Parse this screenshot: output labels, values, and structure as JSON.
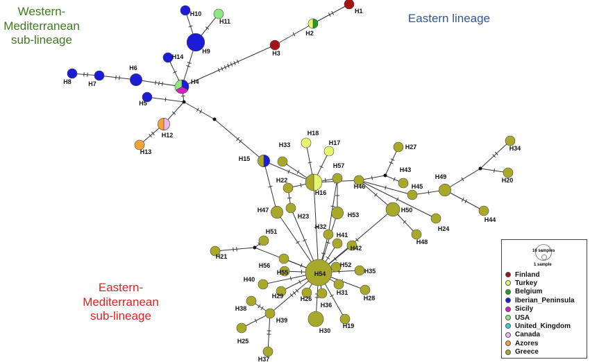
{
  "regions": {
    "western": {
      "text": "Western-\nMediterranean\nsub-lineage",
      "color": "#3d7a1e"
    },
    "eastern": {
      "text": "Eastern lineage",
      "color": "#2f5597"
    },
    "eastern_med": {
      "text": "Eastern-\nMediterranean\nsub-lineage",
      "color": "#e02020"
    }
  },
  "legend": {
    "scale_large": "10 samples",
    "scale_small": "1 sample",
    "items": [
      {
        "label": "Finland",
        "color": "#a31515"
      },
      {
        "label": "Turkey",
        "color": "#e6f56b"
      },
      {
        "label": "Belgium",
        "color": "#1f9e23"
      },
      {
        "label": "Iberian_Peninsula",
        "color": "#1c1cd8"
      },
      {
        "label": "Sicily",
        "color": "#d61fc2"
      },
      {
        "label": "USA",
        "color": "#8ee882"
      },
      {
        "label": "United_Kingdom",
        "color": "#2fd0d8"
      },
      {
        "label": "Canada",
        "color": "#eab8e8"
      },
      {
        "label": "Azores",
        "color": "#f2a23a"
      },
      {
        "label": "Greece",
        "color": "#a8a82a"
      }
    ]
  },
  "colors": {
    "Finland": "#a31515",
    "Turkey": "#e6f56b",
    "Belgium": "#1f9e23",
    "Iberian_Peninsula": "#1c1cd8",
    "Sicily": "#d61fc2",
    "USA": "#8ee882",
    "Canada": "#eab8e8",
    "Azores": "#f2a23a",
    "Greece": "#a8a82a"
  },
  "haplotypes": [
    {
      "id": "H1",
      "label": "H1",
      "n": 1,
      "comp": [
        "Finland"
      ]
    },
    {
      "id": "H2",
      "label": "H2",
      "n": 1,
      "comp": [
        "Belgium",
        "Turkey"
      ]
    },
    {
      "id": "H3",
      "label": "H3",
      "n": 1,
      "comp": [
        "Finland"
      ]
    },
    {
      "id": "H4",
      "label": "H4",
      "n": 3,
      "comp": [
        "Iberian_Peninsula",
        "Sicily",
        "USA"
      ]
    },
    {
      "id": "H5",
      "label": "H5",
      "n": 1,
      "comp": [
        "Iberian_Peninsula"
      ]
    },
    {
      "id": "H6",
      "label": "H6",
      "n": 2,
      "comp": [
        "Iberian_Peninsula"
      ]
    },
    {
      "id": "H7",
      "label": "H7",
      "n": 1,
      "comp": [
        "Iberian_Peninsula"
      ]
    },
    {
      "id": "H8",
      "label": "H8",
      "n": 1,
      "comp": [
        "Iberian_Peninsula"
      ]
    },
    {
      "id": "H9",
      "label": "H9",
      "n": 6,
      "comp": [
        "Iberian_Peninsula"
      ]
    },
    {
      "id": "H10",
      "label": "H10",
      "n": 1,
      "comp": [
        "Iberian_Peninsula"
      ]
    },
    {
      "id": "H11",
      "label": "H11",
      "n": 1,
      "comp": [
        "USA"
      ]
    },
    {
      "id": "H12",
      "label": "H12",
      "n": 2,
      "comp": [
        "Canada",
        "Azores"
      ]
    },
    {
      "id": "H13",
      "label": "H13",
      "n": 1,
      "comp": [
        "Azores"
      ]
    },
    {
      "id": "H14",
      "label": "H14",
      "n": 1,
      "comp": [
        "Iberian_Peninsula"
      ]
    },
    {
      "id": "H15",
      "label": "H15",
      "n": 2,
      "comp": [
        "Iberian_Peninsula",
        "Greece"
      ]
    },
    {
      "id": "H16",
      "label": "H16",
      "n": 5,
      "comp": [
        "Turkey",
        "Greece"
      ]
    },
    {
      "id": "H17",
      "label": "H17",
      "n": 1,
      "comp": [
        "Turkey"
      ]
    },
    {
      "id": "H18",
      "label": "H18",
      "n": 1,
      "comp": [
        "Turkey"
      ]
    },
    {
      "id": "H19",
      "label": "H19",
      "n": 1,
      "comp": [
        "Greece"
      ]
    },
    {
      "id": "H20",
      "label": "H20",
      "n": 1,
      "comp": [
        "Greece"
      ]
    },
    {
      "id": "H21",
      "label": "H21",
      "n": 1,
      "comp": [
        "Greece"
      ]
    },
    {
      "id": "H22",
      "label": "H22",
      "n": 1,
      "comp": [
        "Greece"
      ]
    },
    {
      "id": "H23",
      "label": "H23",
      "n": 1,
      "comp": [
        "Greece"
      ]
    },
    {
      "id": "H24",
      "label": "H24",
      "n": 1,
      "comp": [
        "Greece"
      ]
    },
    {
      "id": "H25",
      "label": "H25",
      "n": 1,
      "comp": [
        "Greece"
      ]
    },
    {
      "id": "H26",
      "label": "H26",
      "n": 1,
      "comp": [
        "Greece"
      ]
    },
    {
      "id": "H27",
      "label": "H27",
      "n": 1,
      "comp": [
        "Greece"
      ]
    },
    {
      "id": "H28",
      "label": "H28",
      "n": 1,
      "comp": [
        "Greece"
      ]
    },
    {
      "id": "H29",
      "label": "H29",
      "n": 1,
      "comp": [
        "Greece"
      ]
    },
    {
      "id": "H30",
      "label": "H30",
      "n": 4,
      "comp": [
        "Greece"
      ]
    },
    {
      "id": "H31",
      "label": "H31",
      "n": 1,
      "comp": [
        "Greece"
      ]
    },
    {
      "id": "H32",
      "label": "H32",
      "n": 1,
      "comp": [
        "Greece"
      ]
    },
    {
      "id": "H33",
      "label": "H33",
      "n": 1,
      "comp": [
        "Greece"
      ]
    },
    {
      "id": "H34",
      "label": "H34",
      "n": 1,
      "comp": [
        "Greece"
      ]
    },
    {
      "id": "H35",
      "label": "H35",
      "n": 1,
      "comp": [
        "Greece"
      ]
    },
    {
      "id": "H36",
      "label": "H36",
      "n": 1,
      "comp": [
        "Greece"
      ]
    },
    {
      "id": "H37",
      "label": "H37",
      "n": 1,
      "comp": [
        "Greece"
      ]
    },
    {
      "id": "H38",
      "label": "H38",
      "n": 1,
      "comp": [
        "Greece"
      ]
    },
    {
      "id": "H39",
      "label": "H39",
      "n": 1,
      "comp": [
        "Greece"
      ]
    },
    {
      "id": "H40",
      "label": "H40",
      "n": 1,
      "comp": [
        "Greece"
      ]
    },
    {
      "id": "H41",
      "label": "H41",
      "n": 1,
      "comp": [
        "Greece"
      ]
    },
    {
      "id": "H42",
      "label": "H42",
      "n": 1,
      "comp": [
        "Greece"
      ]
    },
    {
      "id": "H43",
      "label": "H43",
      "n": 1,
      "comp": [
        "Greece"
      ]
    },
    {
      "id": "H44",
      "label": "H44",
      "n": 1,
      "comp": [
        "Greece"
      ]
    },
    {
      "id": "H45",
      "label": "H45",
      "n": 1,
      "comp": [
        "Greece"
      ]
    },
    {
      "id": "H46",
      "label": "H46",
      "n": 1,
      "comp": [
        "Greece"
      ]
    },
    {
      "id": "H47",
      "label": "H47",
      "n": 2,
      "comp": [
        "Greece"
      ]
    },
    {
      "id": "H48",
      "label": "H48",
      "n": 1,
      "comp": [
        "Greece"
      ]
    },
    {
      "id": "H49",
      "label": "H49",
      "n": 2,
      "comp": [
        "Greece"
      ]
    },
    {
      "id": "H50",
      "label": "H50",
      "n": 3,
      "comp": [
        "Greece"
      ]
    },
    {
      "id": "H51",
      "label": "H51",
      "n": 1,
      "comp": [
        "Greece"
      ]
    },
    {
      "id": "H52",
      "label": "H52",
      "n": 1,
      "comp": [
        "Greece"
      ]
    },
    {
      "id": "H53",
      "label": "H53",
      "n": 2,
      "comp": [
        "Greece"
      ]
    },
    {
      "id": "H54",
      "label": "H54",
      "n": 16,
      "comp": [
        "Greece"
      ]
    },
    {
      "id": "H55",
      "label": "H55",
      "n": 1,
      "comp": [
        "Greece"
      ]
    },
    {
      "id": "H56",
      "label": "H56",
      "n": 1,
      "comp": [
        "Greece"
      ]
    },
    {
      "id": "H57",
      "label": "H57",
      "n": 1,
      "comp": [
        "Greece"
      ]
    }
  ],
  "edges": [
    [
      "H1",
      "H2"
    ],
    [
      "H2",
      "H3"
    ],
    [
      "H3",
      "H4"
    ],
    [
      "H4",
      "H9"
    ],
    [
      "H9",
      "H10"
    ],
    [
      "H9",
      "H11"
    ],
    [
      "H4",
      "H14"
    ],
    [
      "H4",
      "H6"
    ],
    [
      "H6",
      "H7"
    ],
    [
      "H7",
      "H8"
    ],
    [
      "H4",
      "mv1"
    ],
    [
      "mv1",
      "H5"
    ],
    [
      "mv1",
      "H12"
    ],
    [
      "H12",
      "H13"
    ],
    [
      "mv1",
      "mv2"
    ],
    [
      "mv2",
      "H15"
    ],
    [
      "H15",
      "H16"
    ],
    [
      "H16",
      "H33"
    ],
    [
      "H16",
      "H18"
    ],
    [
      "H16",
      "H17"
    ],
    [
      "H16",
      "H57"
    ],
    [
      "H16",
      "H22"
    ],
    [
      "H16",
      "H46"
    ],
    [
      "H16",
      "H54"
    ],
    [
      "H15",
      "H47"
    ],
    [
      "H47",
      "H54"
    ],
    [
      "H22",
      "H23"
    ],
    [
      "H23",
      "H54"
    ],
    [
      "H57",
      "H53"
    ],
    [
      "H53",
      "H54"
    ],
    [
      "H57",
      "H32"
    ],
    [
      "H32",
      "H54"
    ],
    [
      "H46",
      "mv3"
    ],
    [
      "mv3",
      "H27"
    ],
    [
      "mv3",
      "H43"
    ],
    [
      "H46",
      "H45"
    ],
    [
      "H45",
      "H49"
    ],
    [
      "H49",
      "mv4"
    ],
    [
      "mv4",
      "H34"
    ],
    [
      "mv4",
      "H20"
    ],
    [
      "H49",
      "H44"
    ],
    [
      "H46",
      "H24"
    ],
    [
      "H46",
      "H50"
    ],
    [
      "H50",
      "H48"
    ],
    [
      "H50",
      "H54"
    ],
    [
      "H54",
      "H41"
    ],
    [
      "H54",
      "H42"
    ],
    [
      "H54",
      "H52"
    ],
    [
      "H54",
      "H35"
    ],
    [
      "H54",
      "H31"
    ],
    [
      "H54",
      "H28"
    ],
    [
      "H54",
      "H36"
    ],
    [
      "H54",
      "H19"
    ],
    [
      "H54",
      "H30"
    ],
    [
      "H54",
      "H26"
    ],
    [
      "H54",
      "H29"
    ],
    [
      "H54",
      "H55"
    ],
    [
      "H54",
      "H56"
    ],
    [
      "H54",
      "H40"
    ],
    [
      "H54",
      "mv5"
    ],
    [
      "mv5",
      "H51"
    ],
    [
      "mv5",
      "H21"
    ],
    [
      "H54",
      "H39"
    ],
    [
      "H39",
      "H38"
    ],
    [
      "H39",
      "H25"
    ],
    [
      "H39",
      "H37"
    ]
  ]
}
